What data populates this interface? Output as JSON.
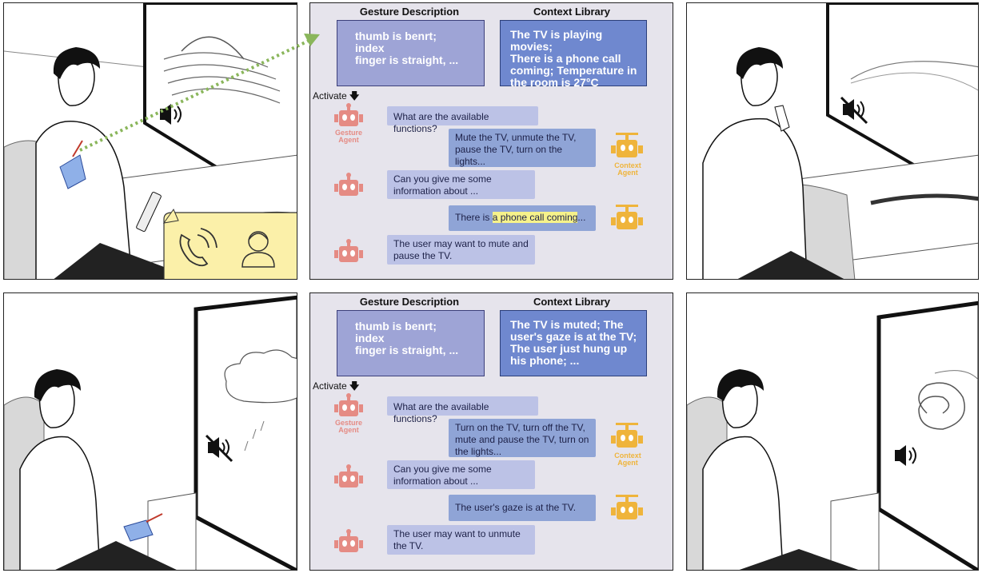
{
  "colors": {
    "gesture_agent": "#e58b84",
    "context_agent": "#efb43b",
    "call_bubble": "#fbf0a9",
    "arrow": "#8ab65b"
  },
  "gesture_agent_label": [
    "Gesture",
    "Agent"
  ],
  "context_agent_label": [
    "Context",
    "Agent"
  ],
  "headers": {
    "gesture": "Gesture Description",
    "context": "Context Library"
  },
  "activate_label": "Activate",
  "top": {
    "gesture_text": [
      "thumb is benrt; index",
      "finger is straight, ..."
    ],
    "context_text": [
      "The TV is playing movies;",
      "There is a phone call",
      "coming; Temperature in",
      "the room is 27°C"
    ],
    "m1": "What are the available functions?",
    "m2": [
      "Mute the TV, unmute the TV,",
      "pause the TV, turn on the",
      "lights..."
    ],
    "m3": [
      "Can you give me some",
      "information about ..."
    ],
    "m4_pre": "There is ",
    "m4_hl": "a phone call coming",
    "m4_post": "...",
    "m5": [
      "The user may want to mute and",
      "pause the TV."
    ]
  },
  "bottom": {
    "gesture_text": [
      "thumb is benrt; index",
      "finger is straight, ..."
    ],
    "context_text": [
      "The TV is muted; The",
      "user's gaze is at the TV;",
      "The user just hung up",
      "his phone; ..."
    ],
    "m1": "What are the available functions?",
    "m2": [
      "Turn on the TV, turn off the TV,",
      "mute and pause the TV, turn on",
      "the lights..."
    ],
    "m3": [
      "Can you give me some",
      "information about ..."
    ],
    "m4": "The user's gaze is at the TV.",
    "m5": [
      "The user may want to unmute",
      "the TV."
    ]
  }
}
